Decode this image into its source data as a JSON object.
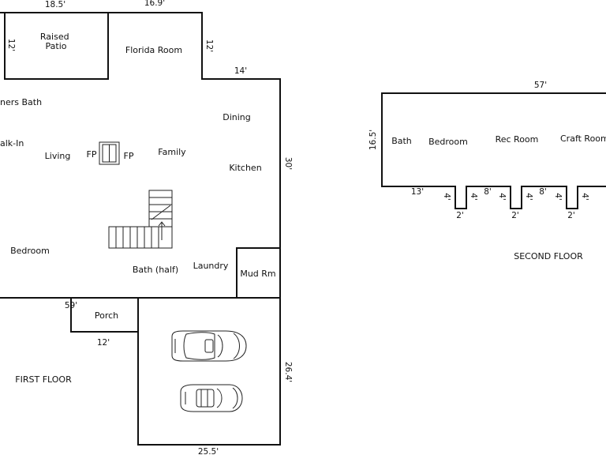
{
  "first_floor": {
    "caption": "FIRST FLOOR",
    "dimensions": {
      "top_left": "18.5'",
      "top_mid": "16.9'",
      "patio_side": "12'",
      "florida_side": "12'",
      "upper_right": "14'",
      "right_side": "30'",
      "porch_side": "59'",
      "porch_bottom": "12'",
      "garage_side": "26.4'",
      "garage_bottom": "25.5'"
    },
    "rooms": {
      "raised_patio": "Raised\nPatio",
      "florida_room": "Florida Room",
      "owners_bath": "ners Bath",
      "walk_in": "alk-In",
      "dining": "Dining",
      "living": "Living",
      "fireplace_left": "FP",
      "fireplace_right": "FP",
      "family": "Family",
      "kitchen": "Kitchen",
      "bedroom": "Bedroom",
      "bath_half": "Bath (half)",
      "laundry": "Laundry",
      "mud_room": "Mud Rm",
      "porch": "Porch"
    }
  },
  "second_floor": {
    "caption": "SECOND FLOOR",
    "dimensions": {
      "width": "57'",
      "height": "16.5'",
      "left_segment": "13'",
      "seg_8_a": "8'",
      "seg_8_b": "8'",
      "dormer_depth_1": "4'",
      "dormer_depth_2": "4'",
      "dormer_depth_3": "4'",
      "dormer_depth_4": "4'",
      "dormer_depth_5": "4'",
      "dormer_depth_6": "4'",
      "dormer_width_1": "2'",
      "dormer_width_2": "2'",
      "dormer_width_3": "2'"
    },
    "rooms": {
      "bath": "Bath",
      "bedroom": "Bedroom",
      "rec_room": "Rec Room",
      "craft_room": "Craft Room"
    }
  }
}
